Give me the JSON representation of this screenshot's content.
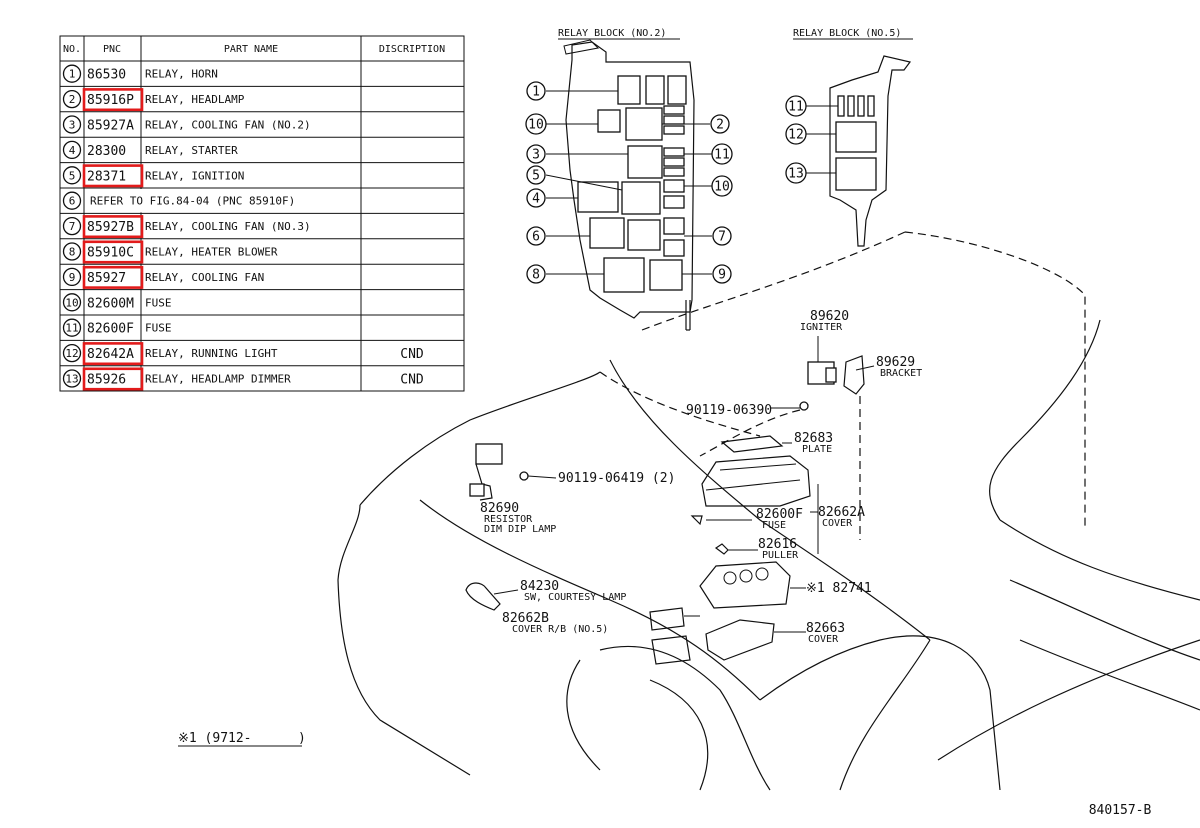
{
  "parts_table": {
    "headers": {
      "no": "NO.",
      "pnc": "PNC",
      "part_name": "PART NAME",
      "description": "DISCRIPTION"
    },
    "rows": [
      {
        "no": "1",
        "pnc": "86530",
        "part_name": "RELAY, HORN",
        "description": "",
        "highlighted": false
      },
      {
        "no": "2",
        "pnc": "85916P",
        "part_name": "RELAY, HEADLAMP",
        "description": "",
        "highlighted": true
      },
      {
        "no": "3",
        "pnc": "85927A",
        "part_name": "RELAY, COOLING FAN (NO.2)",
        "description": "",
        "highlighted": false
      },
      {
        "no": "4",
        "pnc": "28300",
        "part_name": "RELAY, STARTER",
        "description": "",
        "highlighted": false
      },
      {
        "no": "5",
        "pnc": "28371",
        "part_name": "RELAY, IGNITION",
        "description": "",
        "highlighted": true
      },
      {
        "no": "6",
        "pnc": "",
        "part_name": "REFER TO FIG.84-04 (PNC 85910F)",
        "description": "",
        "highlighted": false
      },
      {
        "no": "7",
        "pnc": "85927B",
        "part_name": "RELAY, COOLING FAN (NO.3)",
        "description": "",
        "highlighted": true
      },
      {
        "no": "8",
        "pnc": "85910C",
        "part_name": "RELAY, HEATER BLOWER",
        "description": "",
        "highlighted": true
      },
      {
        "no": "9",
        "pnc": "85927",
        "part_name": "RELAY, COOLING FAN",
        "description": "",
        "highlighted": true
      },
      {
        "no": "10",
        "pnc": "82600M",
        "part_name": "FUSE",
        "description": "",
        "highlighted": false
      },
      {
        "no": "11",
        "pnc": "82600F",
        "part_name": "FUSE",
        "description": "",
        "highlighted": false
      },
      {
        "no": "12",
        "pnc": "82642A",
        "part_name": "RELAY, RUNNING LIGHT",
        "description": "CND",
        "highlighted": true
      },
      {
        "no": "13",
        "pnc": "85926",
        "part_name": "RELAY, HEADLAMP DIMMER",
        "description": "CND",
        "highlighted": true
      }
    ]
  },
  "relay_block_2": {
    "title": "RELAY BLOCK (NO.2)"
  },
  "relay_block_5": {
    "title": "RELAY BLOCK (NO.5)"
  },
  "callouts": {
    "c89620": {
      "pnc": "89620",
      "name": "IGNITER"
    },
    "c89629": {
      "pnc": "89629",
      "name": "BRACKET"
    },
    "c90119_06390": {
      "pnc": "90119-06390"
    },
    "c82683": {
      "pnc": "82683",
      "name": "PLATE"
    },
    "c90119_06419": {
      "pnc": "90119-06419 (2)"
    },
    "c82690": {
      "pnc": "82690",
      "name1": "RESISTOR",
      "name2": "DIM DIP LAMP"
    },
    "c82600F": {
      "pnc": "82600F",
      "name": "FUSE"
    },
    "c82662A": {
      "pnc": "82662A",
      "name": "COVER"
    },
    "c82616": {
      "pnc": "82616",
      "name": "PULLER"
    },
    "c84230": {
      "pnc": "84230",
      "name": "SW, COURTESY LAMP"
    },
    "c82741": {
      "pnc": "※1 82741"
    },
    "c82662B": {
      "pnc": "82662B",
      "name": "COVER R/B (NO.5)"
    },
    "c82663": {
      "pnc": "82663",
      "name": "COVER"
    }
  },
  "footnote": {
    "mark": "※1 (9712-",
    "close": ")"
  },
  "figure_code": "840157-B",
  "colors": {
    "highlight": "#e21b1b",
    "ink": "#111111",
    "background": "#ffffff"
  }
}
